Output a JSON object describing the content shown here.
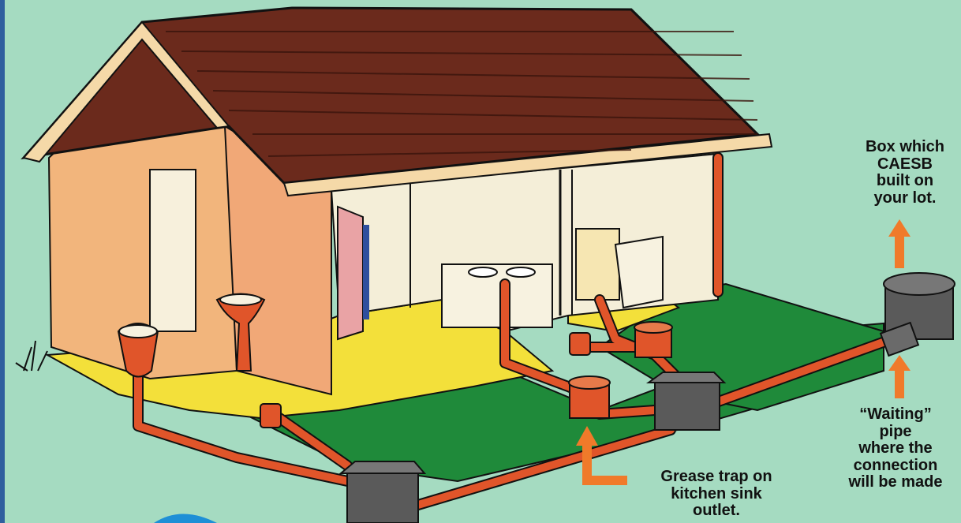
{
  "labels": {
    "box_callout": [
      "Box which",
      "CAESB",
      "built on",
      "your lot."
    ],
    "waiting_pipe_callout": [
      "“Waiting”",
      "pipe",
      "where the",
      "connection",
      "will be made"
    ],
    "grease_trap_callout": [
      "Grease trap on",
      "kitchen sink",
      "outlet."
    ]
  },
  "colors": {
    "background": "#a5dbc1",
    "roof": "#6b2a1c",
    "wall": "#f2b57c",
    "interior_wall": "#f4eed8",
    "floor": "#f3e03a",
    "ground": "#1f8a3a",
    "pipe": "#e0552a",
    "box": "#5a5a5a",
    "arrow": "#f07a2a"
  }
}
